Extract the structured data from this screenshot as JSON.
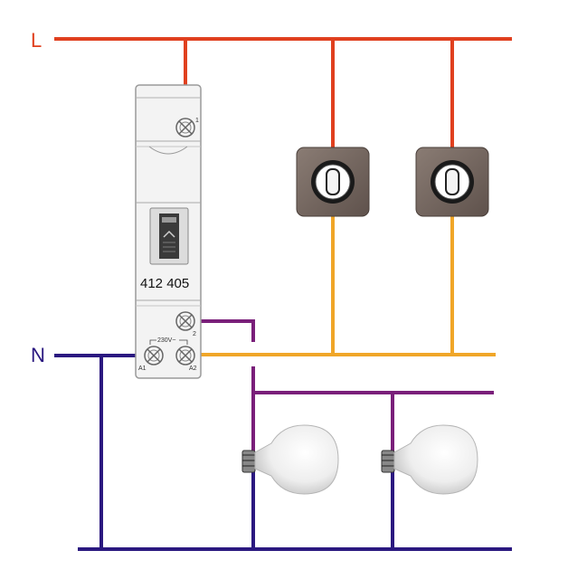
{
  "diagram": {
    "labels": {
      "live": "L",
      "neutral": "N",
      "relay_model": "412 405",
      "terminal_1": "1",
      "terminal_2": "2",
      "terminal_a1": "A1",
      "terminal_a2": "A2",
      "voltage": "230V~"
    },
    "colors": {
      "live": "#e0401f",
      "neutral": "#2b1980",
      "control": "#f0a628",
      "switched": "#7a1f7a",
      "device_body": "#f3f3f3",
      "switch_plate": "#7d6e66"
    },
    "icons": [
      "relay-module",
      "push-button-icon",
      "light-bulb-icon",
      "screw-terminal-icon"
    ]
  }
}
